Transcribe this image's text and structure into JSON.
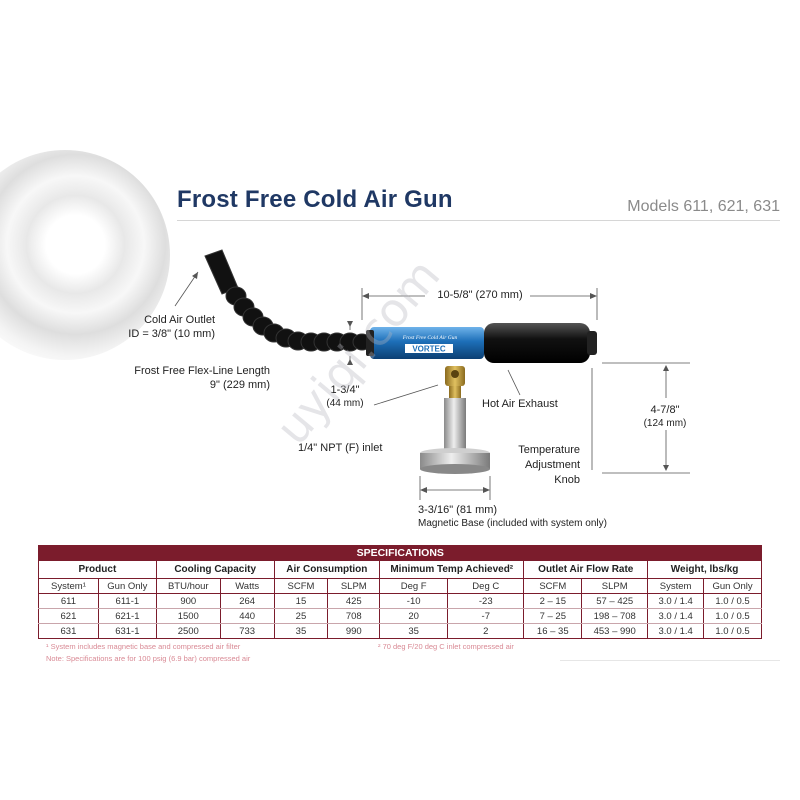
{
  "header": {
    "title": "Frost Free Cold Air Gun",
    "models": "Models 611, 621, 631"
  },
  "product": {
    "brand": "VORTEC",
    "tube_text": "Frost Free Cold Air Gun",
    "labels": {
      "length_dim": "10-5/8\" (270 mm)",
      "cold_outlet_1": "Cold Air Outlet",
      "cold_outlet_2": "ID = 3/8\" (10 mm)",
      "flex_line_1": "Frost Free Flex-Line Length",
      "flex_line_2": "9\" (229 mm)",
      "dia_1": "1-3/4\"",
      "dia_2": "(44 mm)",
      "hot_exhaust": "Hot Air Exhaust",
      "height_1": "4-7/8\"",
      "height_2": "(124 mm)",
      "inlet": "1/4\" NPT (F) inlet",
      "temp_knob_1": "Temperature",
      "temp_knob_2": "Adjustment",
      "temp_knob_3": "Knob",
      "base_dim": "3-3/16\" (81 mm)",
      "base_note": "Magnetic Base (included with system only)"
    },
    "watermark": "uyiqi.com"
  },
  "specs": {
    "banner": "SPECIFICATIONS",
    "groups": [
      "Product",
      "Cooling Capacity",
      "Air Consumption",
      "Minimum Temp Achieved²",
      "Outlet Air Flow Rate",
      "Weight, lbs/kg"
    ],
    "subheaders": [
      "System¹",
      "Gun Only",
      "BTU/hour",
      "Watts",
      "SCFM",
      "SLPM",
      "Deg F",
      "Deg C",
      "SCFM",
      "SLPM",
      "System",
      "Gun Only"
    ],
    "rows": [
      [
        "611",
        "611-1",
        "900",
        "264",
        "15",
        "425",
        "-10",
        "-23",
        "2 – 15",
        "57 – 425",
        "3.0 / 1.4",
        "1.0 / 0.5"
      ],
      [
        "621",
        "621-1",
        "1500",
        "440",
        "25",
        "708",
        "20",
        "-7",
        "7 – 25",
        "198 – 708",
        "3.0 / 1.4",
        "1.0 / 0.5"
      ],
      [
        "631",
        "631-1",
        "2500",
        "733",
        "35",
        "990",
        "35",
        "2",
        "16 – 35",
        "453 – 990",
        "3.0 / 1.4",
        "1.0 / 0.5"
      ]
    ],
    "footnotes": {
      "note1": "¹ System includes magnetic base and compressed air filter",
      "note_pressure": "Note: Specifications are for 100 psig (6.9 bar) compressed air",
      "note2": "² 70 deg F/20 deg C inlet compressed air"
    }
  },
  "colors": {
    "title": "#1f3864",
    "table_accent": "#7b1c2c",
    "footnote": "#d98a95",
    "tube_blue": "#1d6fb8"
  }
}
